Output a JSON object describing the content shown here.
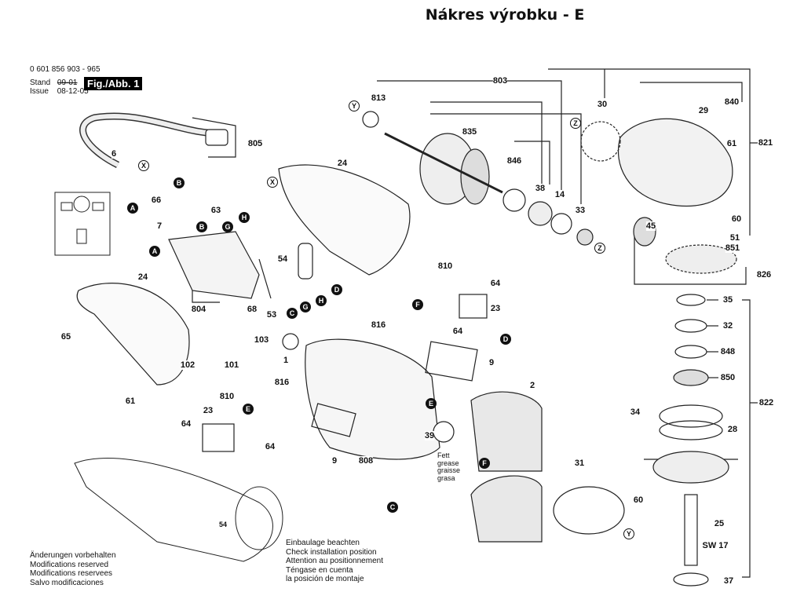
{
  "title": "Nákres výrobku - E",
  "header": {
    "part_number": "0 601 856 903 - 965",
    "stand_label": "Stand",
    "stand_value": "09-01",
    "issue_label": "Issue",
    "issue_value": "08-12-05",
    "figure": "Fig./Abb. 1"
  },
  "part_labels": [
    "813",
    "803",
    "835",
    "30",
    "840",
    "29",
    "821",
    "61",
    "846",
    "38",
    "14",
    "33",
    "60",
    "51",
    "45",
    "851",
    "826",
    "35",
    "32",
    "848",
    "850",
    "822",
    "34",
    "28",
    "60",
    "25",
    "SW 17",
    "37",
    "31",
    "2",
    "9",
    "9",
    "808",
    "39",
    "64",
    "23",
    "810",
    "816",
    "64",
    "103",
    "1",
    "816",
    "810",
    "23",
    "64",
    "64",
    "24",
    "54",
    "53",
    "68",
    "804",
    "24",
    "65",
    "102",
    "101",
    "61",
    "6",
    "66",
    "63",
    "7",
    "805",
    "54"
  ],
  "connector_labels": [
    "Y",
    "Z",
    "Z",
    "Y",
    "X",
    "X",
    "A",
    "B",
    "B",
    "A",
    "G",
    "H",
    "D",
    "H",
    "G",
    "C",
    "F",
    "D",
    "E",
    "E",
    "F",
    "C"
  ],
  "grease_note": [
    "Fett",
    "grease",
    "graisse",
    "grasa"
  ],
  "notes": {
    "modifications": [
      "Änderungen vorbehalten",
      "Modifications reserved",
      "Modifications reservees",
      "Salvo modificaciones"
    ],
    "installation": [
      "Einbaulage beachten",
      "Check installation position",
      "Attention au positionnement",
      "Téngase en cuenta",
      "la posición de montaje"
    ]
  }
}
